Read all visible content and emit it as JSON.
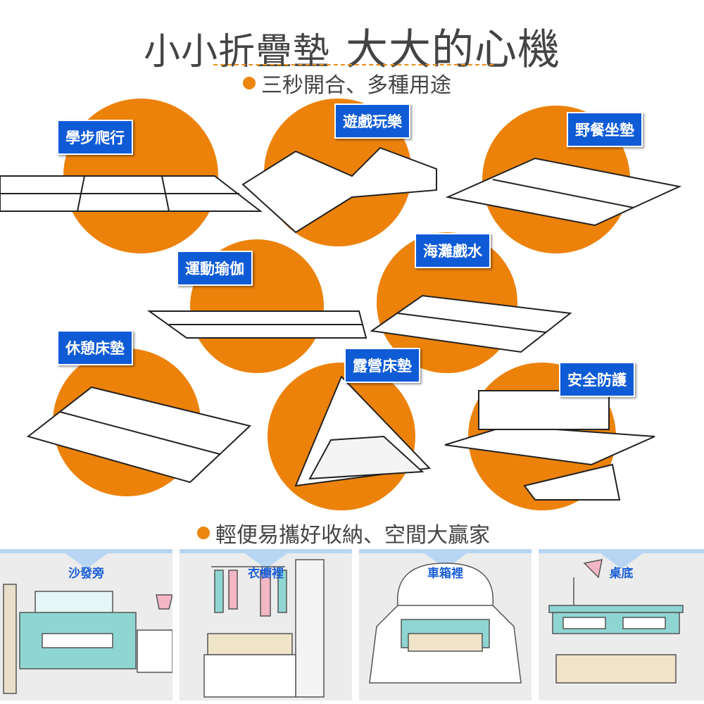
{
  "header": {
    "title_part1": "小小折疊墊",
    "title_part2": "大大的心機",
    "subtitle1": "三秒開合、多種用途",
    "subtitle2": "輕便易攜好收納、空間大贏家"
  },
  "uses": [
    {
      "label": "學步爬行"
    },
    {
      "label": "遊戲玩樂"
    },
    {
      "label": "野餐坐墊"
    },
    {
      "label": "運動瑜伽"
    },
    {
      "label": "海灘戲水"
    },
    {
      "label": "休憩床墊"
    },
    {
      "label": "露營床墊"
    },
    {
      "label": "安全防護"
    }
  ],
  "storage": [
    {
      "label": "沙發旁"
    },
    {
      "label": "衣櫥裡"
    },
    {
      "label": "車箱裡"
    },
    {
      "label": "桌底"
    }
  ],
  "colors": {
    "accent": "#ec820a",
    "tag": "#0f5bd6",
    "text": "#444444"
  }
}
